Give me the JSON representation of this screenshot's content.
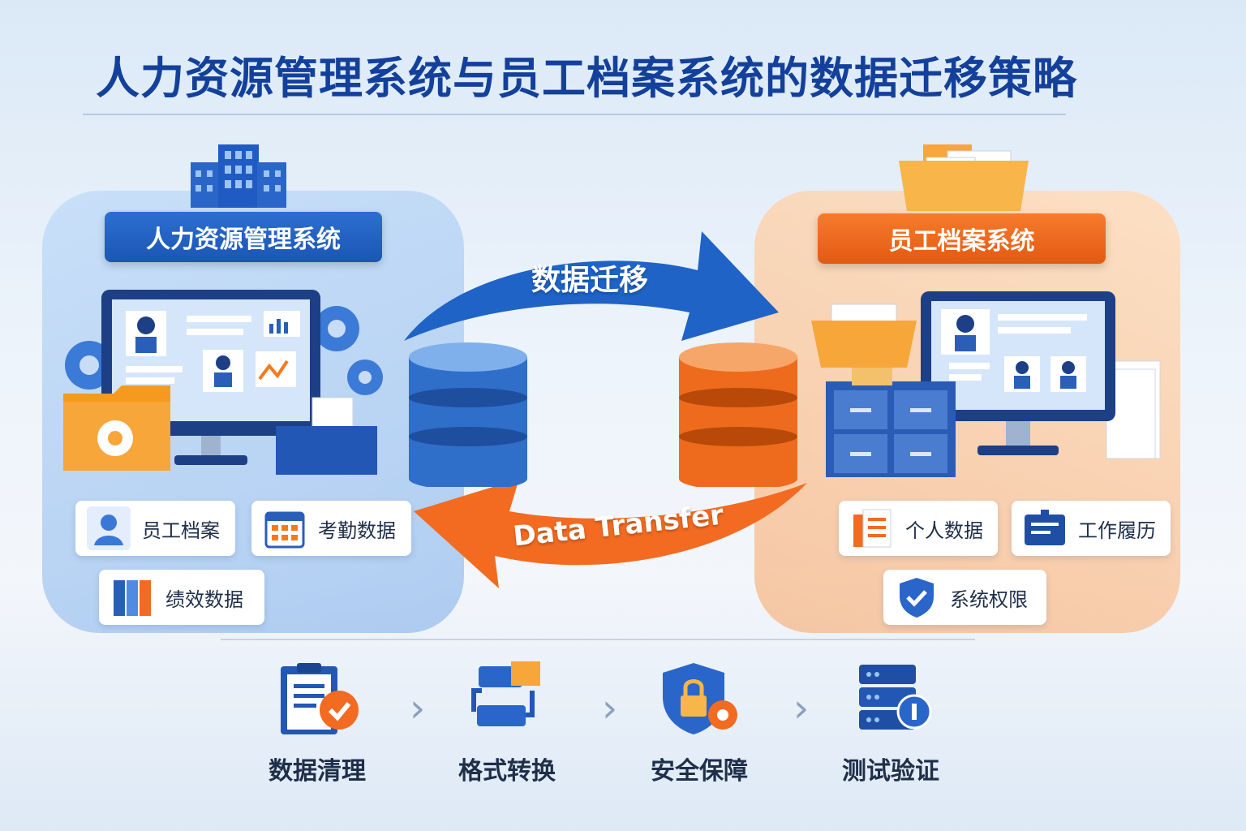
{
  "title": "人力资源管理系统与员工档案系统的数据迁移策略",
  "left_system": {
    "label": "人力资源管理系统",
    "chips": [
      {
        "label": "员工档案",
        "icon": "user-icon"
      },
      {
        "label": "考勤数据",
        "icon": "calendar-icon"
      },
      {
        "label": "绩效数据",
        "icon": "binders-icon"
      }
    ]
  },
  "right_system": {
    "label": "员工档案系统",
    "chips": [
      {
        "label": "个人数据",
        "icon": "document-stack-icon"
      },
      {
        "label": "工作履历",
        "icon": "id-card-icon"
      },
      {
        "label": "系统权限",
        "icon": "shield-check-icon"
      }
    ]
  },
  "migration": {
    "top_arrow_label": "数据迁移",
    "bottom_arrow_label": "Data Transfer"
  },
  "steps": [
    {
      "label": "数据清理",
      "icon": "clipboard-check-icon"
    },
    {
      "label": "格式转换",
      "icon": "convert-icon"
    },
    {
      "label": "安全保障",
      "icon": "security-lock-icon"
    },
    {
      "label": "测试验证",
      "icon": "server-test-icon"
    }
  ],
  "colors": {
    "primary_blue": "#1b56b4",
    "accent_orange": "#e25a12",
    "title_blue": "#13409a"
  }
}
